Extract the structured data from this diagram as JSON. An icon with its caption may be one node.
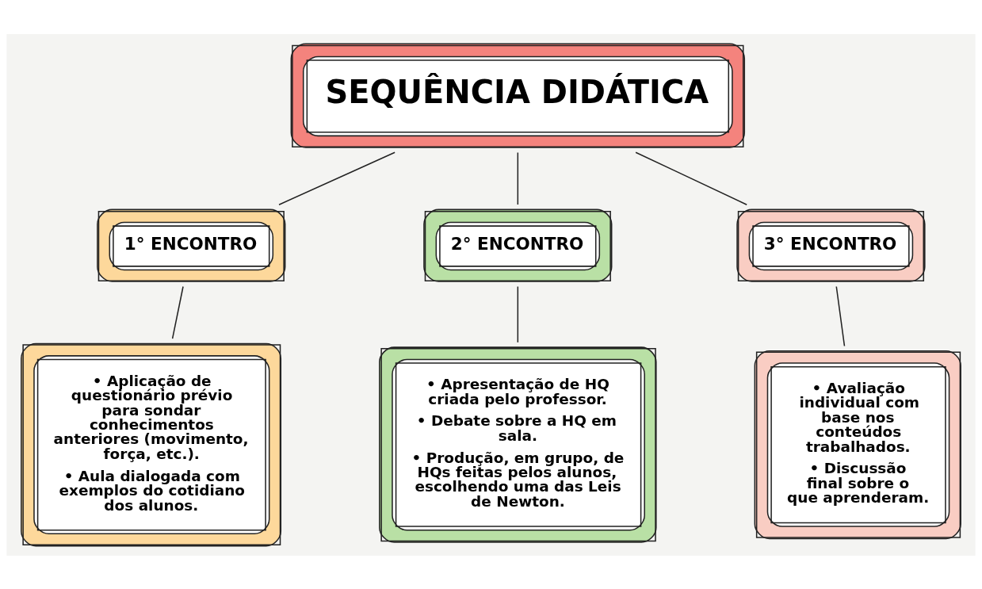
{
  "diagram": {
    "nodes": [
      {
        "text": [
          "SEQUÊNCIA DIDÁTICA"
        ]
      },
      {
        "text": [
          "1° ENCONTRO"
        ]
      },
      {
        "text": [
          "2° ENCONTRO"
        ]
      },
      {
        "text": [
          "3° ENCONTRO"
        ]
      },
      {
        "text": [
          "• Aplicação de questionário prévio para sondar conhecimentos anteriores (movimento, força, etc.).",
          "• Aula dialogada com exemplos do cotidiano dos alunos."
        ]
      },
      {
        "text": [
          "• Apresentação de HQ criada pelo professor.",
          "• Debate sobre a HQ em sala.",
          "• Produção, em grupo, de HQs feitas pelos alunos, escolhendo uma das Leis de Newton."
        ]
      },
      {
        "text": [
          "• Avaliação individual com base nos conteúdos trabalhados.",
          "• Discussão final sobre o que aprenderam."
        ]
      }
    ],
    "edges": [
      {
        "from": 0,
        "to": 1,
        "arrow": "none"
      },
      {
        "from": 0,
        "to": 2,
        "arrow": "none"
      },
      {
        "from": 0,
        "to": 3,
        "arrow": "none"
      },
      {
        "from": 1,
        "to": 4,
        "arrow": "none"
      },
      {
        "from": 2,
        "to": 5,
        "arrow": "none"
      },
      {
        "from": 3,
        "to": 6,
        "arrow": "none"
      }
    ]
  }
}
